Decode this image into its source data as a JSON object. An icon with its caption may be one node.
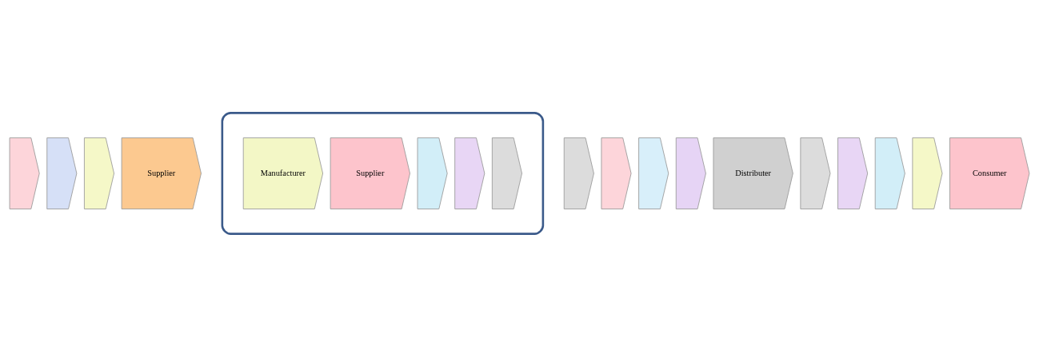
{
  "diagram": {
    "nodes": [
      {
        "text": [],
        "shape": "pentagon"
      },
      {
        "text": [],
        "shape": "pentagon"
      },
      {
        "text": [],
        "shape": "pentagon"
      },
      {
        "text": [
          "Supplier"
        ]
      },
      {
        "text": [],
        "shape": "ellipse"
      },
      {
        "text": [],
        "shape": "pentagon",
        "in": 4
      },
      {
        "text": [],
        "shape": "pentagon",
        "in": 4
      },
      {
        "text": [],
        "shape": "pentagon",
        "in": 4
      },
      {
        "text": [
          "Supplier"
        ],
        "in": 4
      },
      {
        "text": [
          "Manufacturer"
        ],
        "in": 4
      },
      {
        "text": [],
        "shape": "pentagon"
      },
      {
        "text": [],
        "shape": "pentagon"
      },
      {
        "text": [],
        "shape": "pentagon"
      },
      {
        "text": [],
        "shape": "pentagon"
      },
      {
        "text": [
          "Distributer"
        ]
      },
      {
        "text": [],
        "shape": "pentagon"
      },
      {
        "text": [],
        "shape": "pentagon"
      },
      {
        "text": [],
        "shape": "pentagon"
      },
      {
        "text": [],
        "shape": "pentagon"
      },
      {
        "text": [
          "Consumer"
        ]
      }
    ],
    "edges": []
  }
}
